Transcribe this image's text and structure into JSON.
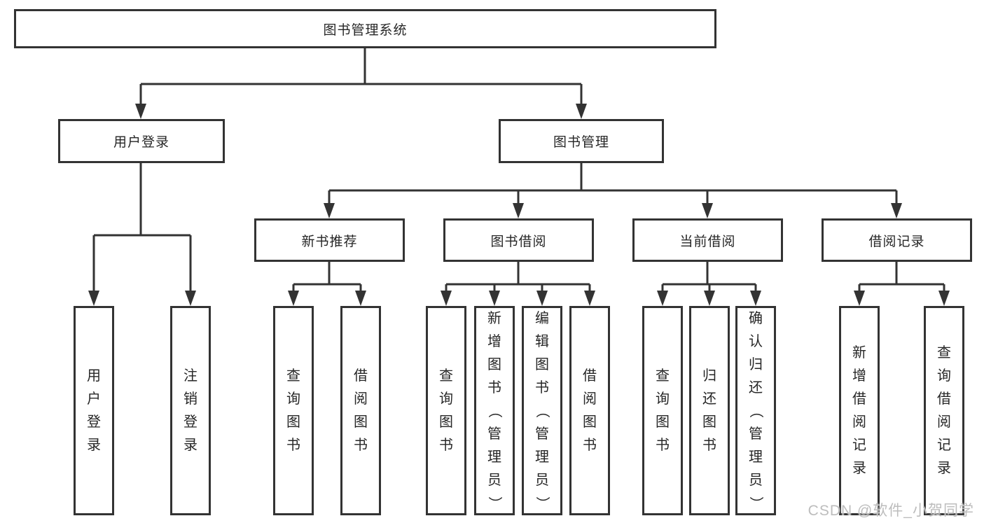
{
  "colors": {
    "line": "#333333",
    "text": "#262626",
    "watermark": "#bdbdbd",
    "bg": "#ffffff"
  },
  "tree": {
    "root": {
      "label": "图书管理系统",
      "children": [
        {
          "label": "用户登录",
          "children": [
            {
              "label": "用户登录"
            },
            {
              "label": "注销登录"
            }
          ]
        },
        {
          "label": "图书管理",
          "children": [
            {
              "label": "新书推荐",
              "children": [
                {
                  "label": "查询图书"
                },
                {
                  "label": "借阅图书"
                }
              ]
            },
            {
              "label": "图书借阅",
              "children": [
                {
                  "label": "查询图书"
                },
                {
                  "label": "新增图书（管理员）"
                },
                {
                  "label": "编辑图书（管理员）"
                },
                {
                  "label": "借阅图书"
                }
              ]
            },
            {
              "label": "当前借阅",
              "children": [
                {
                  "label": "查询图书"
                },
                {
                  "label": "归还图书"
                },
                {
                  "label": "确认归还（管理员）"
                }
              ]
            },
            {
              "label": "借阅记录",
              "children": [
                {
                  "label": "新增借阅记录"
                },
                {
                  "label": "查询借阅记录"
                }
              ]
            }
          ]
        }
      ]
    }
  },
  "watermark": {
    "text": "CSDN @软件_小贺同学"
  }
}
